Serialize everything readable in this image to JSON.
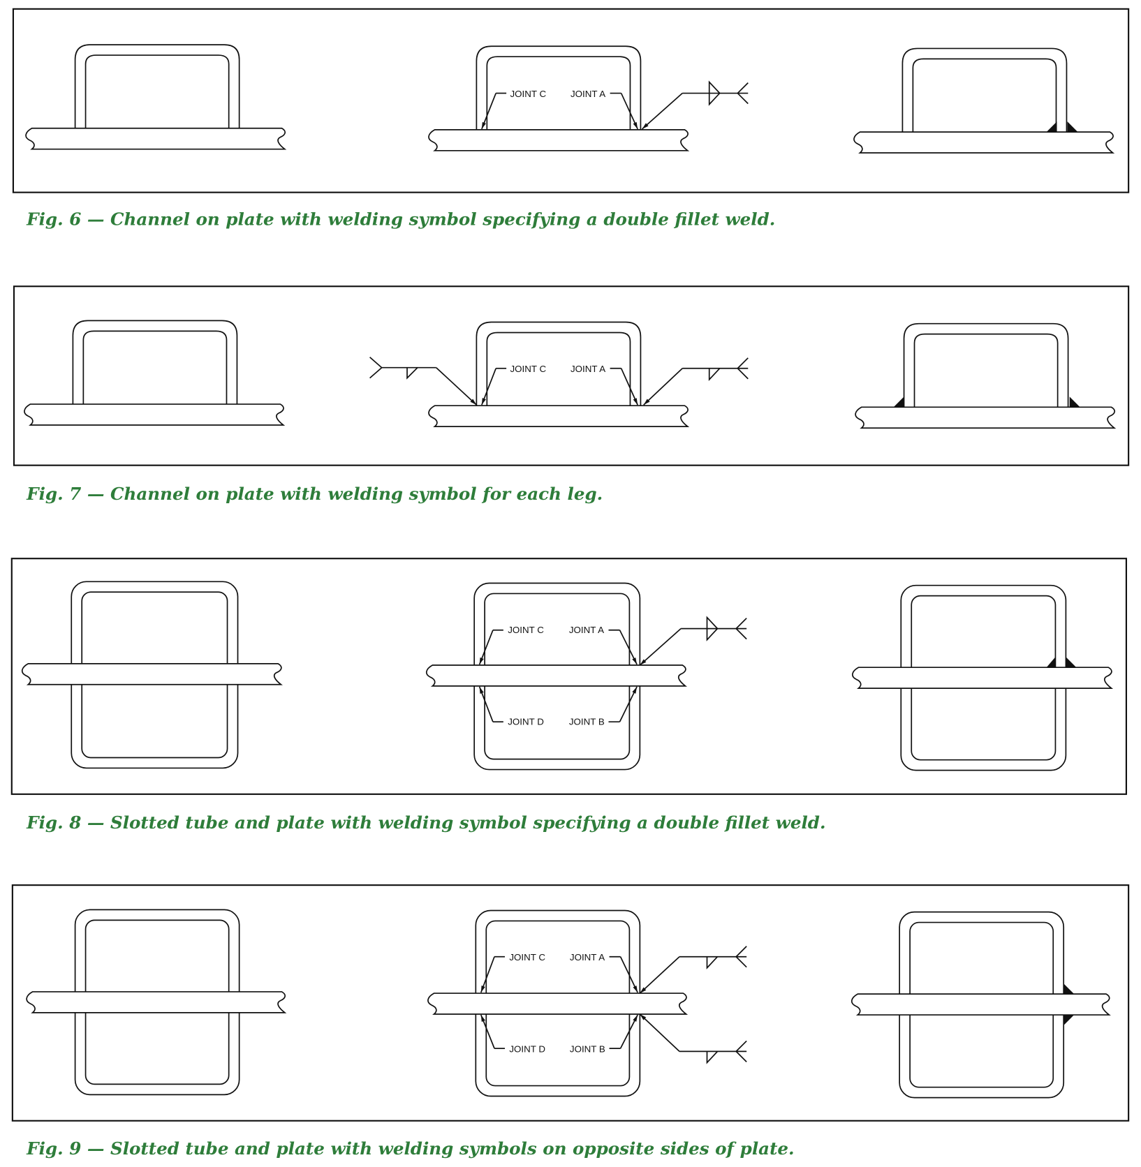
{
  "colors": {
    "caption": "#2e7d3a",
    "line": "#111111"
  },
  "figures": [
    {
      "caption": "Fig. 6 — Channel on plate with welding symbol specifying a double fillet weld.",
      "joints": [
        "JOINT C",
        "JOINT A"
      ]
    },
    {
      "caption": "Fig. 7 — Channel on plate with welding symbol for each leg.",
      "joints": [
        "JOINT C",
        "JOINT A"
      ]
    },
    {
      "caption": "Fig. 8 — Slotted tube and plate with welding symbol specifying a double fillet weld.",
      "joints": [
        "JOINT C",
        "JOINT A",
        "JOINT D",
        "JOINT B"
      ]
    },
    {
      "caption": "Fig. 9 — Slotted tube and plate with welding symbols on opposite sides of plate.",
      "joints": [
        "JOINT C",
        "JOINT A",
        "JOINT D",
        "JOINT B"
      ]
    }
  ]
}
